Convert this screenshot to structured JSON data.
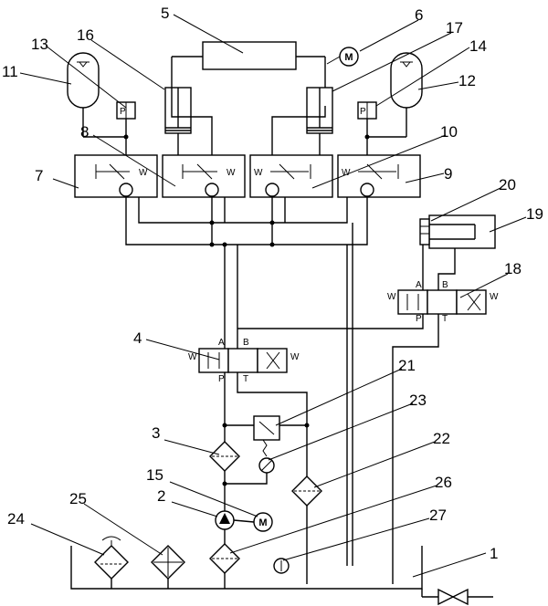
{
  "callouts": [
    {
      "id": "c1",
      "text": "1"
    },
    {
      "id": "c2",
      "text": "2"
    },
    {
      "id": "c3",
      "text": "3"
    },
    {
      "id": "c4",
      "text": "4"
    },
    {
      "id": "c5",
      "text": "5"
    },
    {
      "id": "c6",
      "text": "6"
    },
    {
      "id": "c7",
      "text": "7"
    },
    {
      "id": "c8",
      "text": "8"
    },
    {
      "id": "c9",
      "text": "9"
    },
    {
      "id": "c10",
      "text": "10"
    },
    {
      "id": "c11",
      "text": "11"
    },
    {
      "id": "c12",
      "text": "12"
    },
    {
      "id": "c13",
      "text": "13"
    },
    {
      "id": "c14",
      "text": "14"
    },
    {
      "id": "c15",
      "text": "15"
    },
    {
      "id": "c16",
      "text": "16"
    },
    {
      "id": "c17",
      "text": "17"
    },
    {
      "id": "c18",
      "text": "18"
    },
    {
      "id": "c19",
      "text": "19"
    },
    {
      "id": "c20",
      "text": "20"
    },
    {
      "id": "c21",
      "text": "21"
    },
    {
      "id": "c22",
      "text": "22"
    },
    {
      "id": "c23",
      "text": "23"
    },
    {
      "id": "c24",
      "text": "24"
    },
    {
      "id": "c25",
      "text": "25"
    },
    {
      "id": "c26",
      "text": "26"
    },
    {
      "id": "c27",
      "text": "27"
    }
  ],
  "motor_symbol": "M",
  "spring_symbol": "W",
  "port_labels": {
    "a": "A",
    "b": "B",
    "p": "P",
    "t": "T"
  },
  "switch_labels": {
    "left": "P",
    "right": "P"
  }
}
